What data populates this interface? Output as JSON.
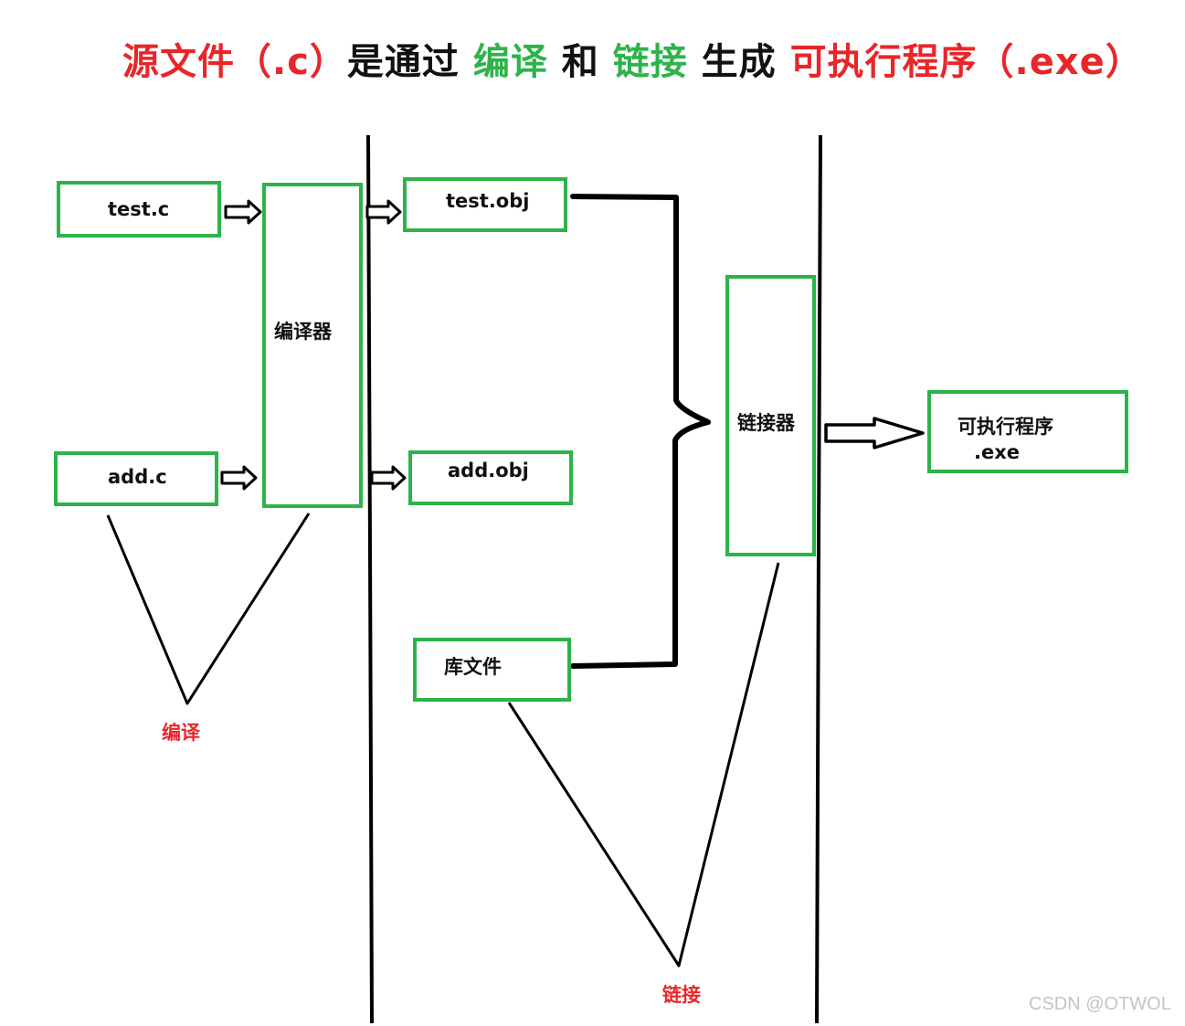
{
  "title": {
    "parts": [
      {
        "text": "源文件（.c）",
        "color": "#e8262a"
      },
      {
        "text": "是通过 ",
        "color": "#111111"
      },
      {
        "text": "编译",
        "color": "#2db34a"
      },
      {
        "text": " 和 ",
        "color": "#111111"
      },
      {
        "text": "链接",
        "color": "#2db34a"
      },
      {
        "text": " 生成 ",
        "color": "#111111"
      },
      {
        "text": "可执行程序（.exe）",
        "color": "#e8262a"
      }
    ]
  },
  "boxes": {
    "test_c": "test.c",
    "add_c": "add.c",
    "compiler": "编译器",
    "test_obj": "test.obj",
    "add_obj": "add.obj",
    "lib_file": "库文件",
    "linker": "链接器",
    "exe_line1": "可执行程序",
    "exe_line2": ".exe"
  },
  "notes": {
    "compile": "编译",
    "link": "链接"
  },
  "watermark": "CSDN @OTWOL",
  "colors": {
    "box_border": "#2db34a",
    "accent_red": "#e8262a",
    "line": "#000000"
  }
}
